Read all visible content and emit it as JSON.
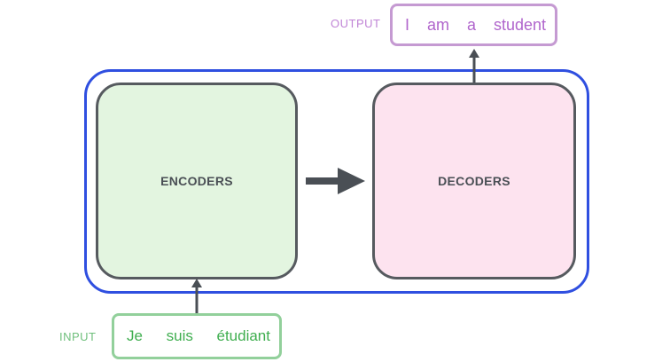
{
  "output": {
    "label": "OUTPUT",
    "tokens": [
      "I",
      "am",
      "a",
      "student"
    ]
  },
  "encoders": {
    "label": "ENCODERS"
  },
  "decoders": {
    "label": "DECODERS"
  },
  "input": {
    "label": "INPUT",
    "tokens": [
      "Je",
      "suis",
      "étudiant"
    ]
  },
  "colors": {
    "container_border": "#2f4fe0",
    "encoder_fill": "#e3f5e0",
    "decoder_fill": "#fde3ef",
    "block_border": "#565a5f",
    "output_accent": "#b065cc",
    "input_accent": "#3fae4f",
    "arrow": "#4a4f55"
  }
}
